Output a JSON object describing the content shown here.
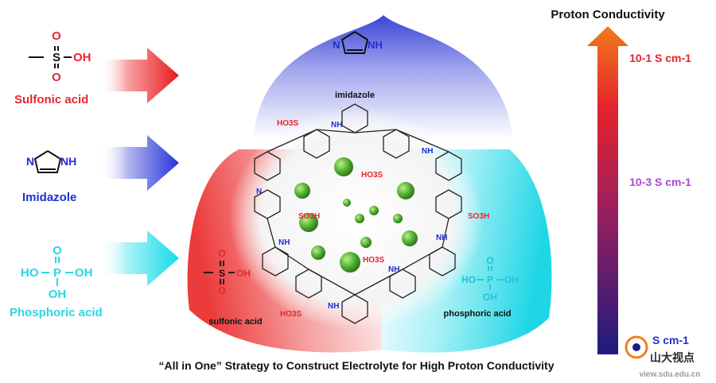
{
  "left_panel": {
    "sulfonic": {
      "so3h_s": "S",
      "so3h_o": "O",
      "so3h_oh": "OH",
      "name": "Sulfonic acid"
    },
    "imidazole": {
      "nh": "NH",
      "n": "N",
      "name": "Imidazole"
    },
    "phosphoric": {
      "ho": "HO",
      "p": "P",
      "o": "O",
      "oh": "OH",
      "oh_bottom": "OH",
      "name": "Phosphoric acid"
    }
  },
  "center": {
    "imidazole_label": "imidazole",
    "sulfonic_label": "sulfonic acid",
    "phosphoric_label": "phosphoric acid",
    "top_nh": "NH",
    "top_n": "N",
    "left_s": "S",
    "left_oh": "OH",
    "left_o": "O",
    "right_ho": "HO",
    "right_p": "P",
    "right_o": "O",
    "right_oh": "OH",
    "right_oh_bottom": "OH",
    "framework_so3h": "SO3H",
    "framework_ho3s": "HO3S",
    "framework_nh": "NH",
    "framework_n": "N"
  },
  "right_panel": {
    "title": "Proton Conductivity",
    "high": "10-1 S cm-1",
    "mid": "10-3 S cm-1",
    "low": "S cm-1"
  },
  "caption": "“All in One” Strategy to Construct Electrolyte for High Proton Conductivity",
  "watermark": {
    "cn": "山大视点",
    "url": "view.sdu.edu.cn"
  },
  "colors": {
    "sulfonic": "#e8262b",
    "imidazole": "#1e2fd1",
    "phosphoric": "#27d7e6",
    "arrow_top": "#f08020",
    "arrow_bottom": "#1c1c7e"
  }
}
